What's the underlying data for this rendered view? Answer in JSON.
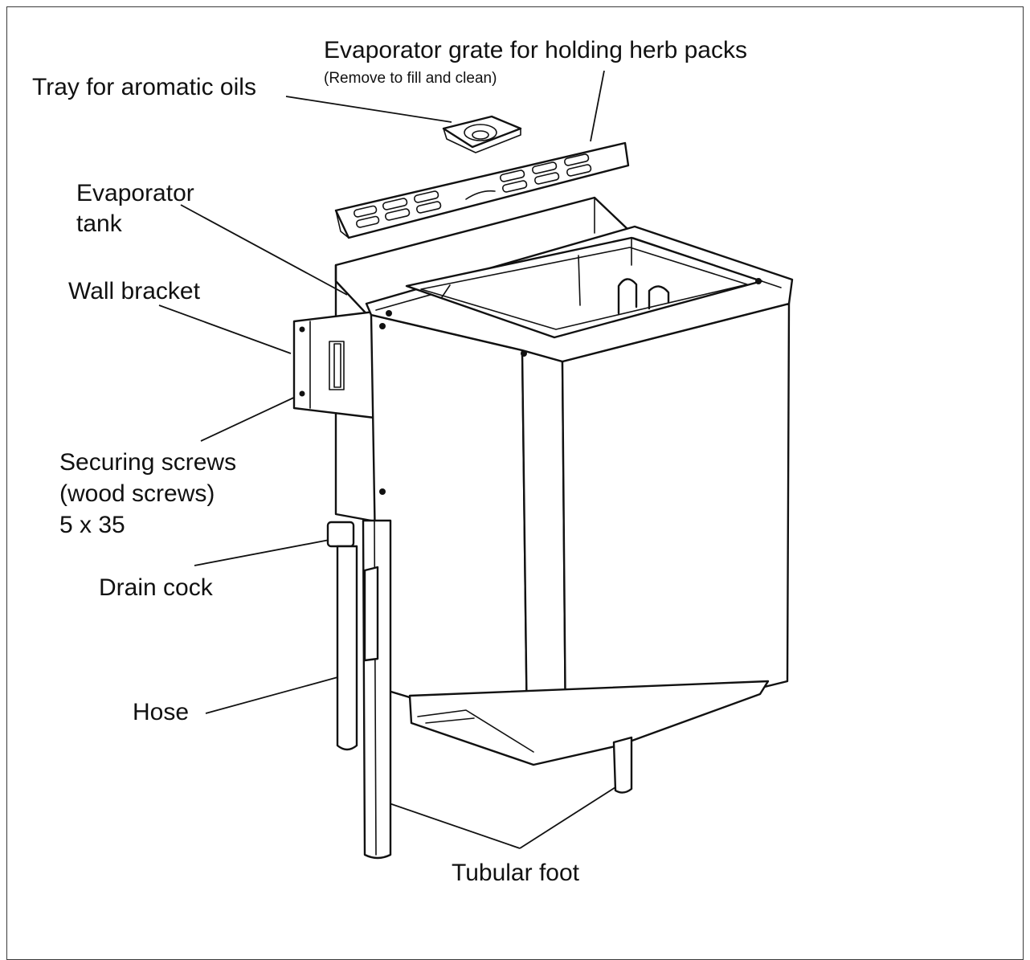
{
  "labels": {
    "evaporator_grate": "Evaporator grate for holding herb packs",
    "evaporator_grate_note": "(Remove to fill and clean)",
    "tray": "Tray for aromatic oils",
    "evaporator_tank_line1": "Evaporator",
    "evaporator_tank_line2": "tank",
    "wall_bracket": "Wall bracket",
    "securing_screws_line1": "Securing screws",
    "securing_screws_line2": "(wood screws)",
    "securing_screws_line3": "5 x 35",
    "drain_cock": "Drain cock",
    "hose": "Hose",
    "tubular_foot": "Tubular foot"
  }
}
